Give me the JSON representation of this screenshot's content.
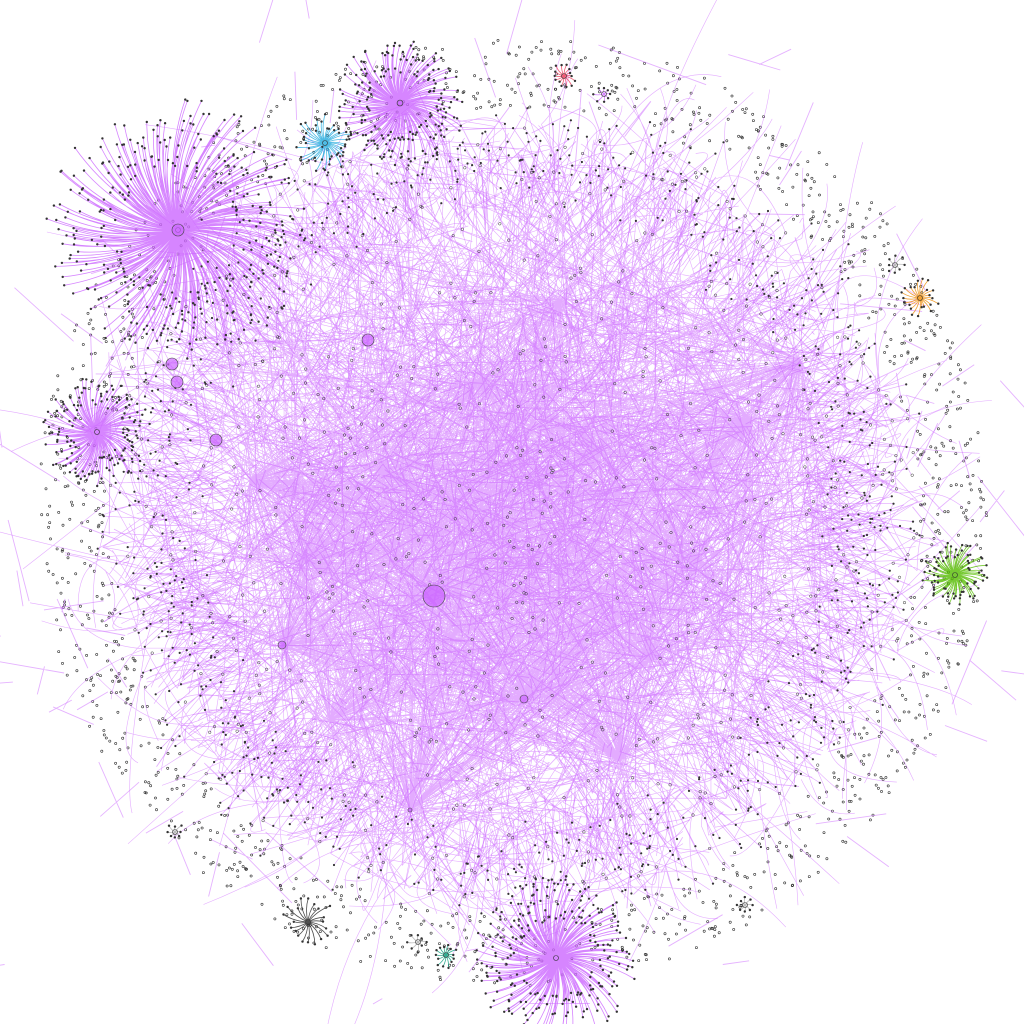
{
  "diagram": {
    "type": "network-graph",
    "layout": "force-directed",
    "background_color": "#ffffff",
    "node_color": "#333333",
    "main_component": {
      "color": "#cc66ff",
      "description_hidden": true
    },
    "communities": [
      {
        "name": "purple",
        "color": "#cc66ff"
      },
      {
        "name": "cyan",
        "color": "#22aadd"
      },
      {
        "name": "green",
        "color": "#55bb00"
      },
      {
        "name": "orange",
        "color": "#ee8800"
      },
      {
        "name": "red",
        "color": "#ee3355"
      },
      {
        "name": "teal",
        "color": "#009977"
      },
      {
        "name": "black",
        "color": "#222222"
      },
      {
        "name": "gray",
        "color": "#aaaaaa"
      }
    ]
  }
}
